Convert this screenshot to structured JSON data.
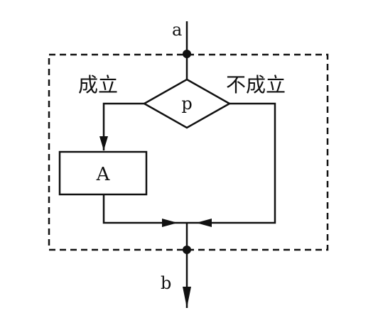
{
  "diagram": {
    "entry_label": "a",
    "exit_label": "b",
    "condition_label": "p",
    "true_branch_label": "成立",
    "false_branch_label": "不成立",
    "process_label": "A",
    "line_color": "#111111",
    "background_color": "#ffffff"
  }
}
